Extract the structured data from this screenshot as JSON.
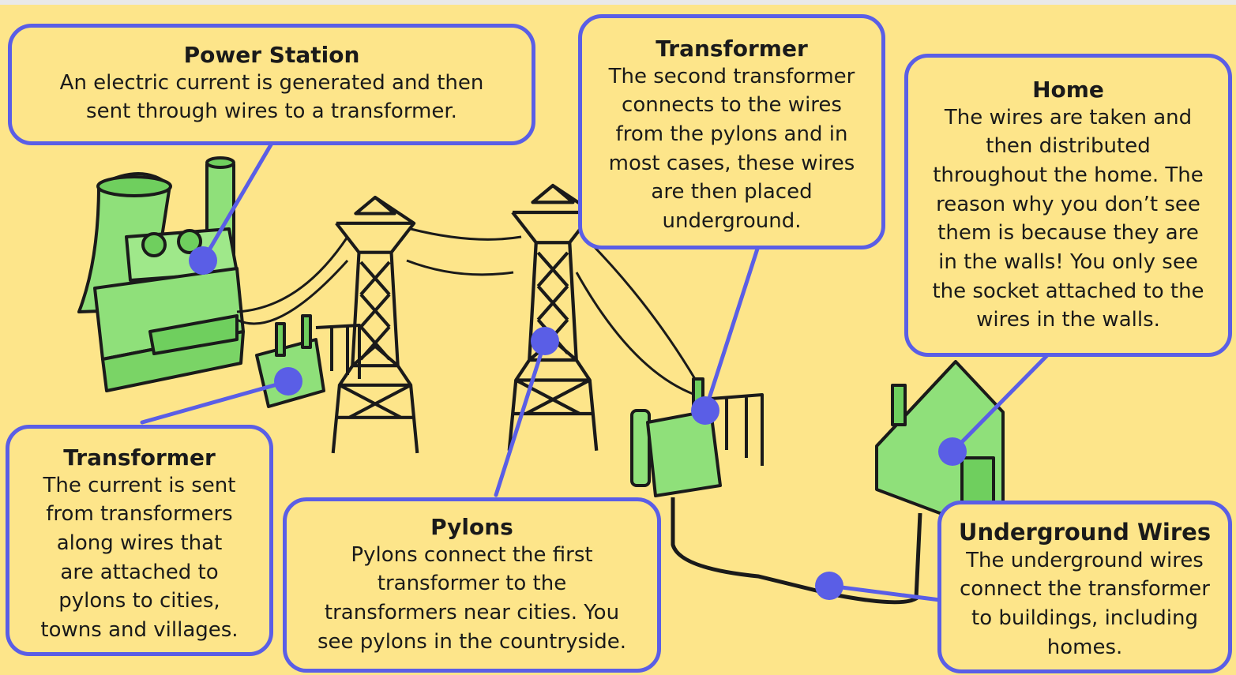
{
  "colors": {
    "background": "#fde58a",
    "accent": "#5a5ee6",
    "illustration_fill": "#8fe07a",
    "outline": "#1a1a1a"
  },
  "labels": {
    "power_station": {
      "title": "Power Station",
      "text": "An electric current is generated and then\nsent through wires to a transformer."
    },
    "transformer_2": {
      "title": "Transformer",
      "text": "The second transformer\nconnects to the wires\nfrom the pylons and in\nmost cases, these wires\nare then placed\nunderground."
    },
    "home": {
      "title": "Home",
      "text": "The wires are taken and\nthen distributed\nthroughout the home. The\nreason why you don’t see\nthem is because they are\nin the walls! You only see\nthe socket attached to the\nwires in the walls."
    },
    "transformer_1": {
      "title": "Transformer",
      "text": "The current is sent\nfrom transformers\nalong wires that\nare attached to\npylons to cities,\ntowns and villages."
    },
    "pylons": {
      "title": "Pylons",
      "text": "Pylons connect the first\ntransformer to the\ntransformers near cities. You\nsee pylons in the countryside."
    },
    "underground_wires": {
      "title": "Underground Wires",
      "text": "The underground wires\nconnect the transformer\nto buildings, including\nhomes."
    }
  }
}
